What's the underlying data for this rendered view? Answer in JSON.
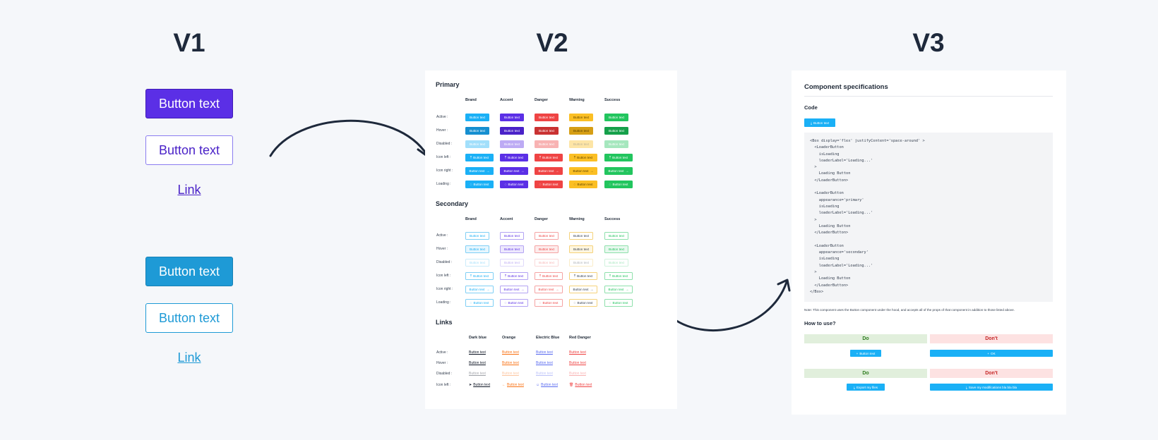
{
  "titles": {
    "v1": "V1",
    "v2": "V2",
    "v3": "V3"
  },
  "v1": {
    "group_a": {
      "primary": "Button text",
      "secondary": "Button text",
      "link": "Link"
    },
    "group_b": {
      "primary": "Button text",
      "secondary": "Button text",
      "link": "Link"
    }
  },
  "colors": {
    "brand": "#1ab0f6",
    "brand_hover": "#168fd0",
    "accent": "#5b2fe6",
    "accent_hover": "#4a22c8",
    "danger": "#ef4444",
    "danger_hover": "#c93232",
    "warning": "#fbbf24",
    "warning_hover": "#d69e15",
    "success": "#22c55e",
    "success_hover": "#15a04a",
    "v1_purple": "#5b2fe6",
    "v1_blue": "#1e9ad6"
  },
  "v2": {
    "primary": {
      "title": "Primary",
      "columns": [
        "Brand",
        "Accent",
        "Danger",
        "Warning",
        "Success"
      ],
      "rows": [
        "Active :",
        "Hover :",
        "Disabled :",
        "Icon left :",
        "Icon right :",
        "Loading :"
      ],
      "button_label": "Button text"
    },
    "secondary": {
      "title": "Secondary",
      "columns": [
        "Brand",
        "Accent",
        "Danger",
        "Warning",
        "Success"
      ],
      "rows": [
        "Active :",
        "Hover :",
        "Disabled :",
        "Icon left :",
        "Icon right :",
        "Loading :"
      ],
      "button_label": "Button text"
    },
    "links": {
      "title": "Links",
      "columns": [
        "Dark blue",
        "Orange",
        "Electric Blue",
        "Red Danger"
      ],
      "rows": [
        "Active :",
        "Hover :",
        "Disabled :",
        "Icon left :"
      ],
      "link_label": "Button text"
    }
  },
  "v3": {
    "title": "Component specifications",
    "code_heading": "Code",
    "code_button": "Button text",
    "code_lines": [
      "<Box display='flex' justifyContent='space-around' >",
      "  <LoaderButton",
      "    isLoading",
      "    loaderLabel='Loading...'",
      "  >",
      "    Loading Button",
      "  </LoaderButton>",
      "",
      "  <LoaderButton",
      "    appearance='primary'",
      "    isLoading",
      "    loaderLabel='Loading...'",
      "  >",
      "    Loading Button",
      "  </LoaderButton>",
      "",
      "  <LoaderButton",
      "    appearance='secondary'",
      "    isLoading",
      "    loaderLabel='Loading...'",
      "  >",
      "    Loading Button",
      "  </LoaderButton>",
      "</Box>"
    ],
    "note": "Note: This component uses the Button component under the hood, and accepts all of the props of that component in addition to those listed above.",
    "how_to": "How to use?",
    "do_label": "Do",
    "dont_label": "Don't",
    "example1_do": "Button text",
    "example1_dont": "OK",
    "example2_do": "Export my files",
    "example2_dont": "Save my modifications bla bla bla"
  }
}
